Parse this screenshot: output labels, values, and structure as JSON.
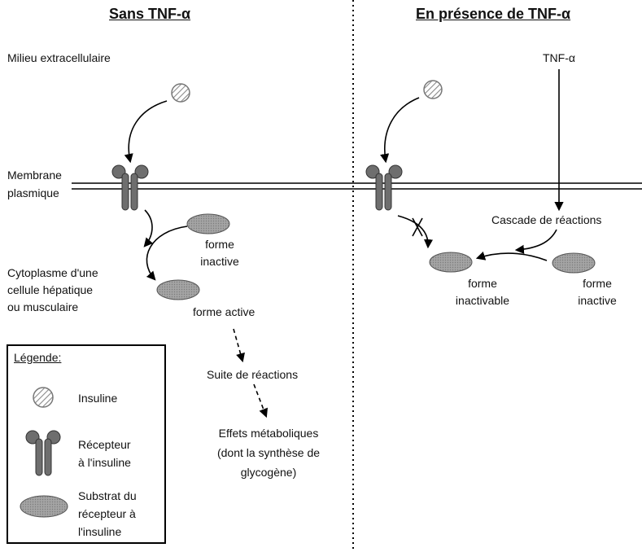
{
  "left_title": "Sans TNF-α",
  "right_title": "En présence de TNF-α",
  "labels": {
    "extracellular": "Milieu extracellulaire",
    "membrane_1": "Membrane",
    "membrane_2": "plasmique",
    "cytoplasm_1": "Cytoplasme d'une",
    "cytoplasm_2": "cellule hépatique",
    "cytoplasm_3": "ou musculaire"
  },
  "left_panel": {
    "inactive_1": "forme",
    "inactive_2": "inactive",
    "active": "forme active",
    "suite": "Suite de réactions",
    "effects_1": "Effets métaboliques",
    "effects_2": "(dont la synthèse de",
    "effects_3": "glycogène)"
  },
  "right_panel": {
    "tnf": "TNF-α",
    "cascade": "Cascade de réactions",
    "inactivable_1": "forme",
    "inactivable_2": "inactivable",
    "inactive_1": "forme",
    "inactive_2": "inactive"
  },
  "legend": {
    "title": "Légende:",
    "insulin": "Insuline",
    "receptor_1": "Récepteur",
    "receptor_2": "à l'insuline",
    "substrate_1": "Substrat du",
    "substrate_2": "récepteur à",
    "substrate_3": "l'insuline"
  }
}
